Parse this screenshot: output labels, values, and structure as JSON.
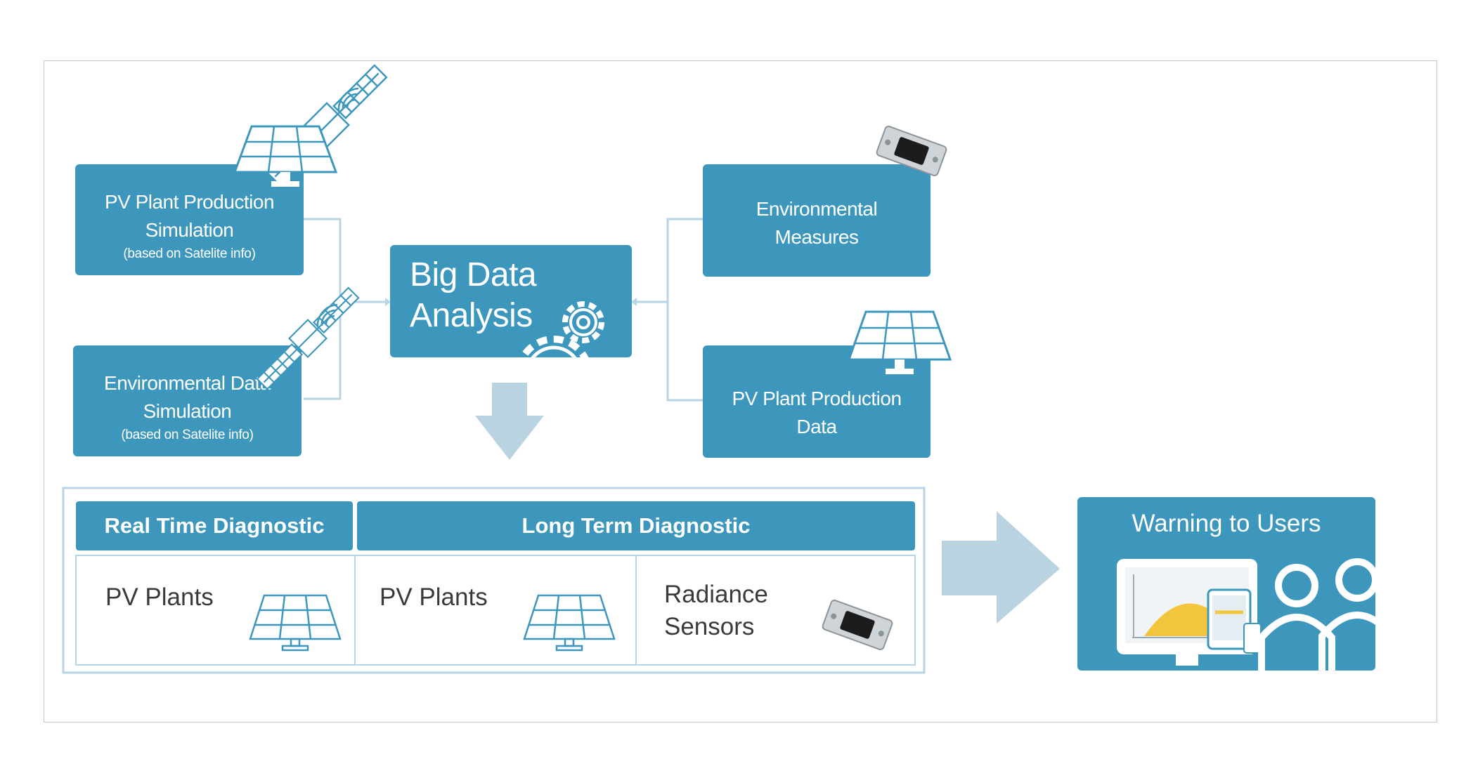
{
  "nodes": {
    "pv_sim": {
      "line1": "PV Plant Production",
      "line2": "Simulation",
      "line3": "(based on Satelite info)"
    },
    "env_sim": {
      "line1": "Environmental Data",
      "line2": "Simulation",
      "line3": "(based on Satelite info)"
    },
    "big_data": {
      "line1": "Big Data",
      "line2": "Analysis"
    },
    "env_measures": {
      "line1": "Environmental",
      "line2": "Measures"
    },
    "pv_data": {
      "line1": "PV Plant Production",
      "line2": "Data"
    }
  },
  "diagnostics": {
    "real_time_header": "Real Time Diagnostic",
    "long_term_header": "Long Term Diagnostic",
    "rt_pv_plants": "PV Plants",
    "lt_pv_plants": "PV Plants",
    "radiance_line1": "Radiance",
    "radiance_line2": "Sensors"
  },
  "warning": {
    "title": "Warning to Users"
  },
  "colors": {
    "primary": "#3d97bd",
    "light_arrow": "#b9d3e0",
    "connector": "#b7d5e4"
  },
  "icons": [
    "satellite-icon",
    "solar-panel-icon",
    "gear-icon",
    "sensor-icon",
    "monitor-icon",
    "tablet-icon",
    "phone-icon",
    "user-icon"
  ]
}
